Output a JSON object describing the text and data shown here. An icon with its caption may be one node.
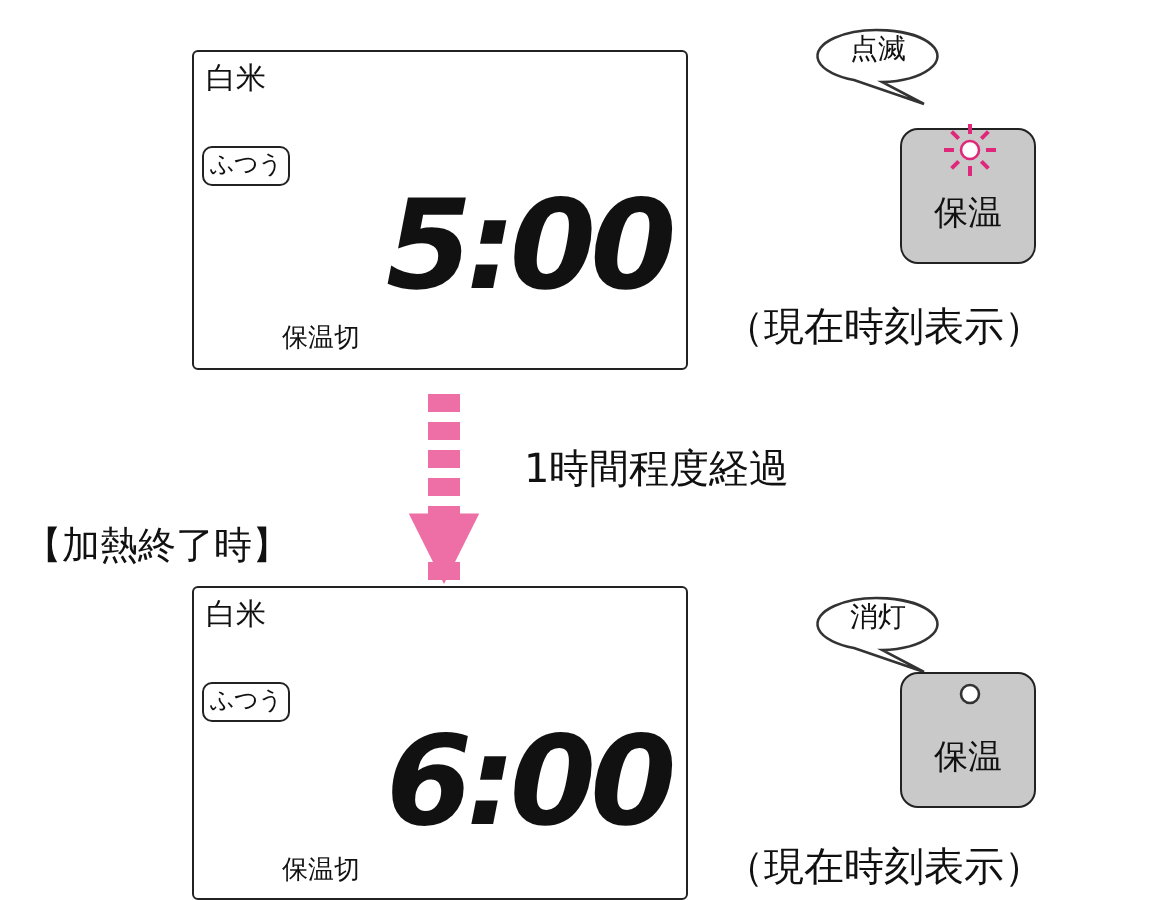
{
  "diagram": {
    "nodes": [
      {
        "text": [
          "白米",
          "5:00",
          "保温切"
        ]
      },
      {
        "text": [
          "ふつう"
        ],
        "in": 0
      },
      {
        "text": [
          "点滅"
        ]
      },
      {
        "text": [
          "保温"
        ]
      },
      {
        "text": [
          "白米",
          "6:00",
          "保温切"
        ]
      },
      {
        "text": [
          "ふつう"
        ],
        "in": 4
      },
      {
        "text": [
          "消灯"
        ]
      },
      {
        "text": [
          "保温"
        ]
      }
    ],
    "edges": [
      {
        "from": 0,
        "to": 4,
        "arrow": "to",
        "label": "1時間程度経過",
        "style": "dashed",
        "color": "#ee6fa6"
      }
    ],
    "labels": [
      "（現在時刻表示）",
      "【加熱終了時】",
      "（現在時刻表示）"
    ]
  }
}
